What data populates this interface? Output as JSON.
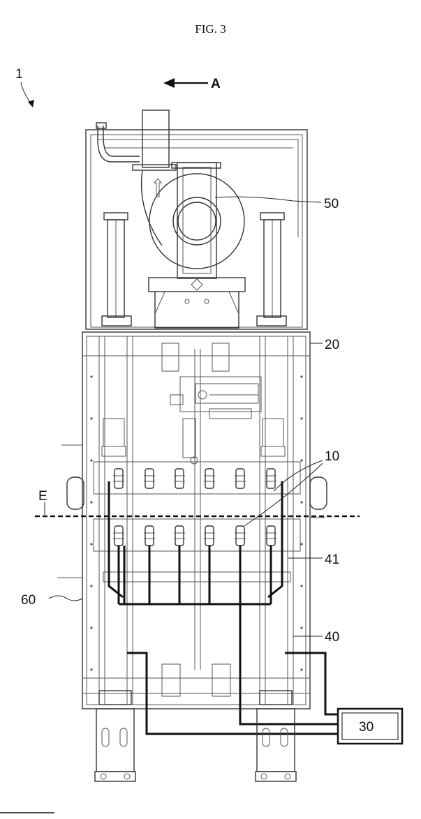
{
  "figure": {
    "title": "FIG. 3"
  },
  "labels": {
    "device": "1",
    "direction": "A",
    "blower": "50",
    "upper_plate": "20",
    "electrodes": "10",
    "plane": "E",
    "bar": "41",
    "side_part": "60",
    "frame": "40",
    "controller": "30"
  }
}
